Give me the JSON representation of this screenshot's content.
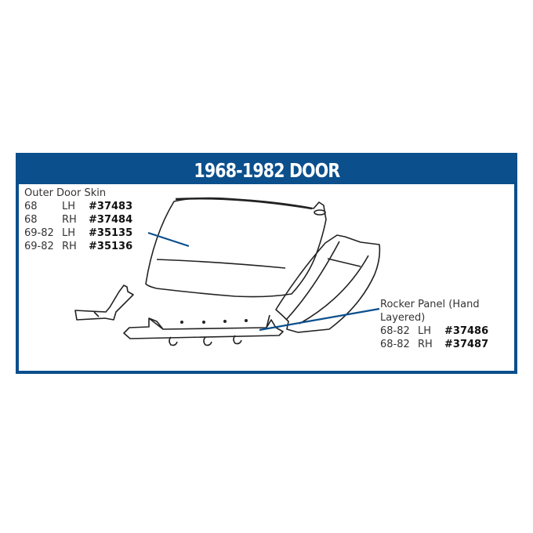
{
  "title": "1968-1982 DOOR",
  "accent_color": "#0b4f8c",
  "parts": [
    {
      "name": "Outer Door Skin",
      "variants": [
        {
          "years": "68",
          "side": "LH",
          "part_number": "#37483"
        },
        {
          "years": "68",
          "side": "RH",
          "part_number": "#37484"
        },
        {
          "years": "69-82",
          "side": "LH",
          "part_number": "#35135"
        },
        {
          "years": "69-82",
          "side": "RH",
          "part_number": "#35136"
        }
      ]
    },
    {
      "name_line1": "Rocker Panel (Hand",
      "name_line2": "Layered)",
      "variants": [
        {
          "years": "68-82",
          "side": "LH",
          "part_number": "#37486"
        },
        {
          "years": "68-82",
          "side": "RH",
          "part_number": "#37487"
        }
      ]
    }
  ]
}
